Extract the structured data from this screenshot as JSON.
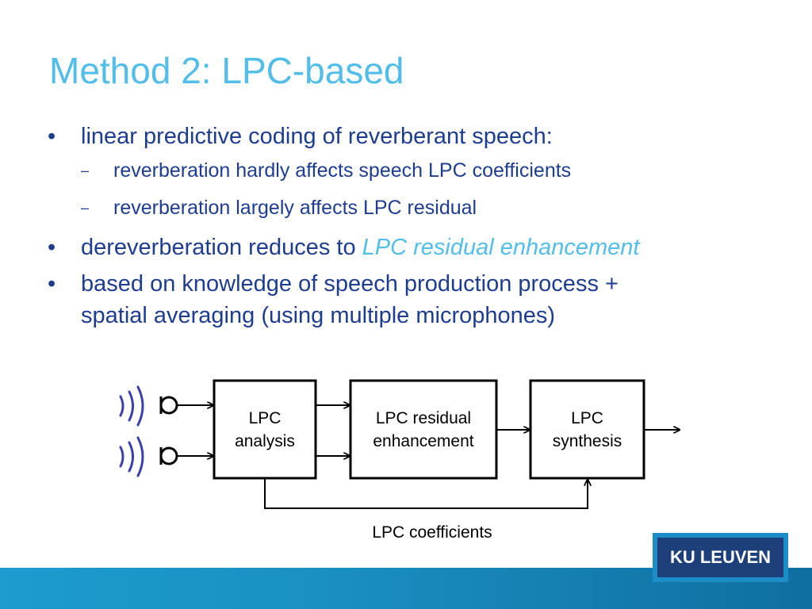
{
  "slide": {
    "title": "Method 2: LPC-based",
    "bullets": [
      {
        "bullet": "•",
        "text": "linear predictive coding of reverberant speech:"
      },
      {
        "bullet": "–",
        "text": "reverberation hardly affects speech LPC coefficients"
      },
      {
        "bullet": "–",
        "text": "reverberation largely affects LPC residual"
      },
      {
        "bullet": "•",
        "text": "dereverberation reduces to ",
        "highlight": "LPC residual enhancement"
      },
      {
        "bullet": "•",
        "text_line1": "based on knowledge of speech production process +",
        "text_line2": "spatial averaging (using multiple microphones)"
      }
    ]
  },
  "diagram": {
    "blocks": [
      {
        "line1": "LPC",
        "line2": "analysis"
      },
      {
        "line1": "LPC residual",
        "line2": "enhancement"
      },
      {
        "line1": "LPC",
        "line2": "synthesis"
      }
    ],
    "feedback_label": "LPC coefficients",
    "microphones": 2
  },
  "footer": {
    "logo_text": "KU LEUVEN"
  },
  "colors": {
    "title": "#52bde8",
    "body_text": "#1e3d8f",
    "highlight": "#52bde8",
    "sound_waves": "#3b3fa8",
    "footer": "#1a8fc2",
    "logo_bg": "#1d3f7a"
  }
}
